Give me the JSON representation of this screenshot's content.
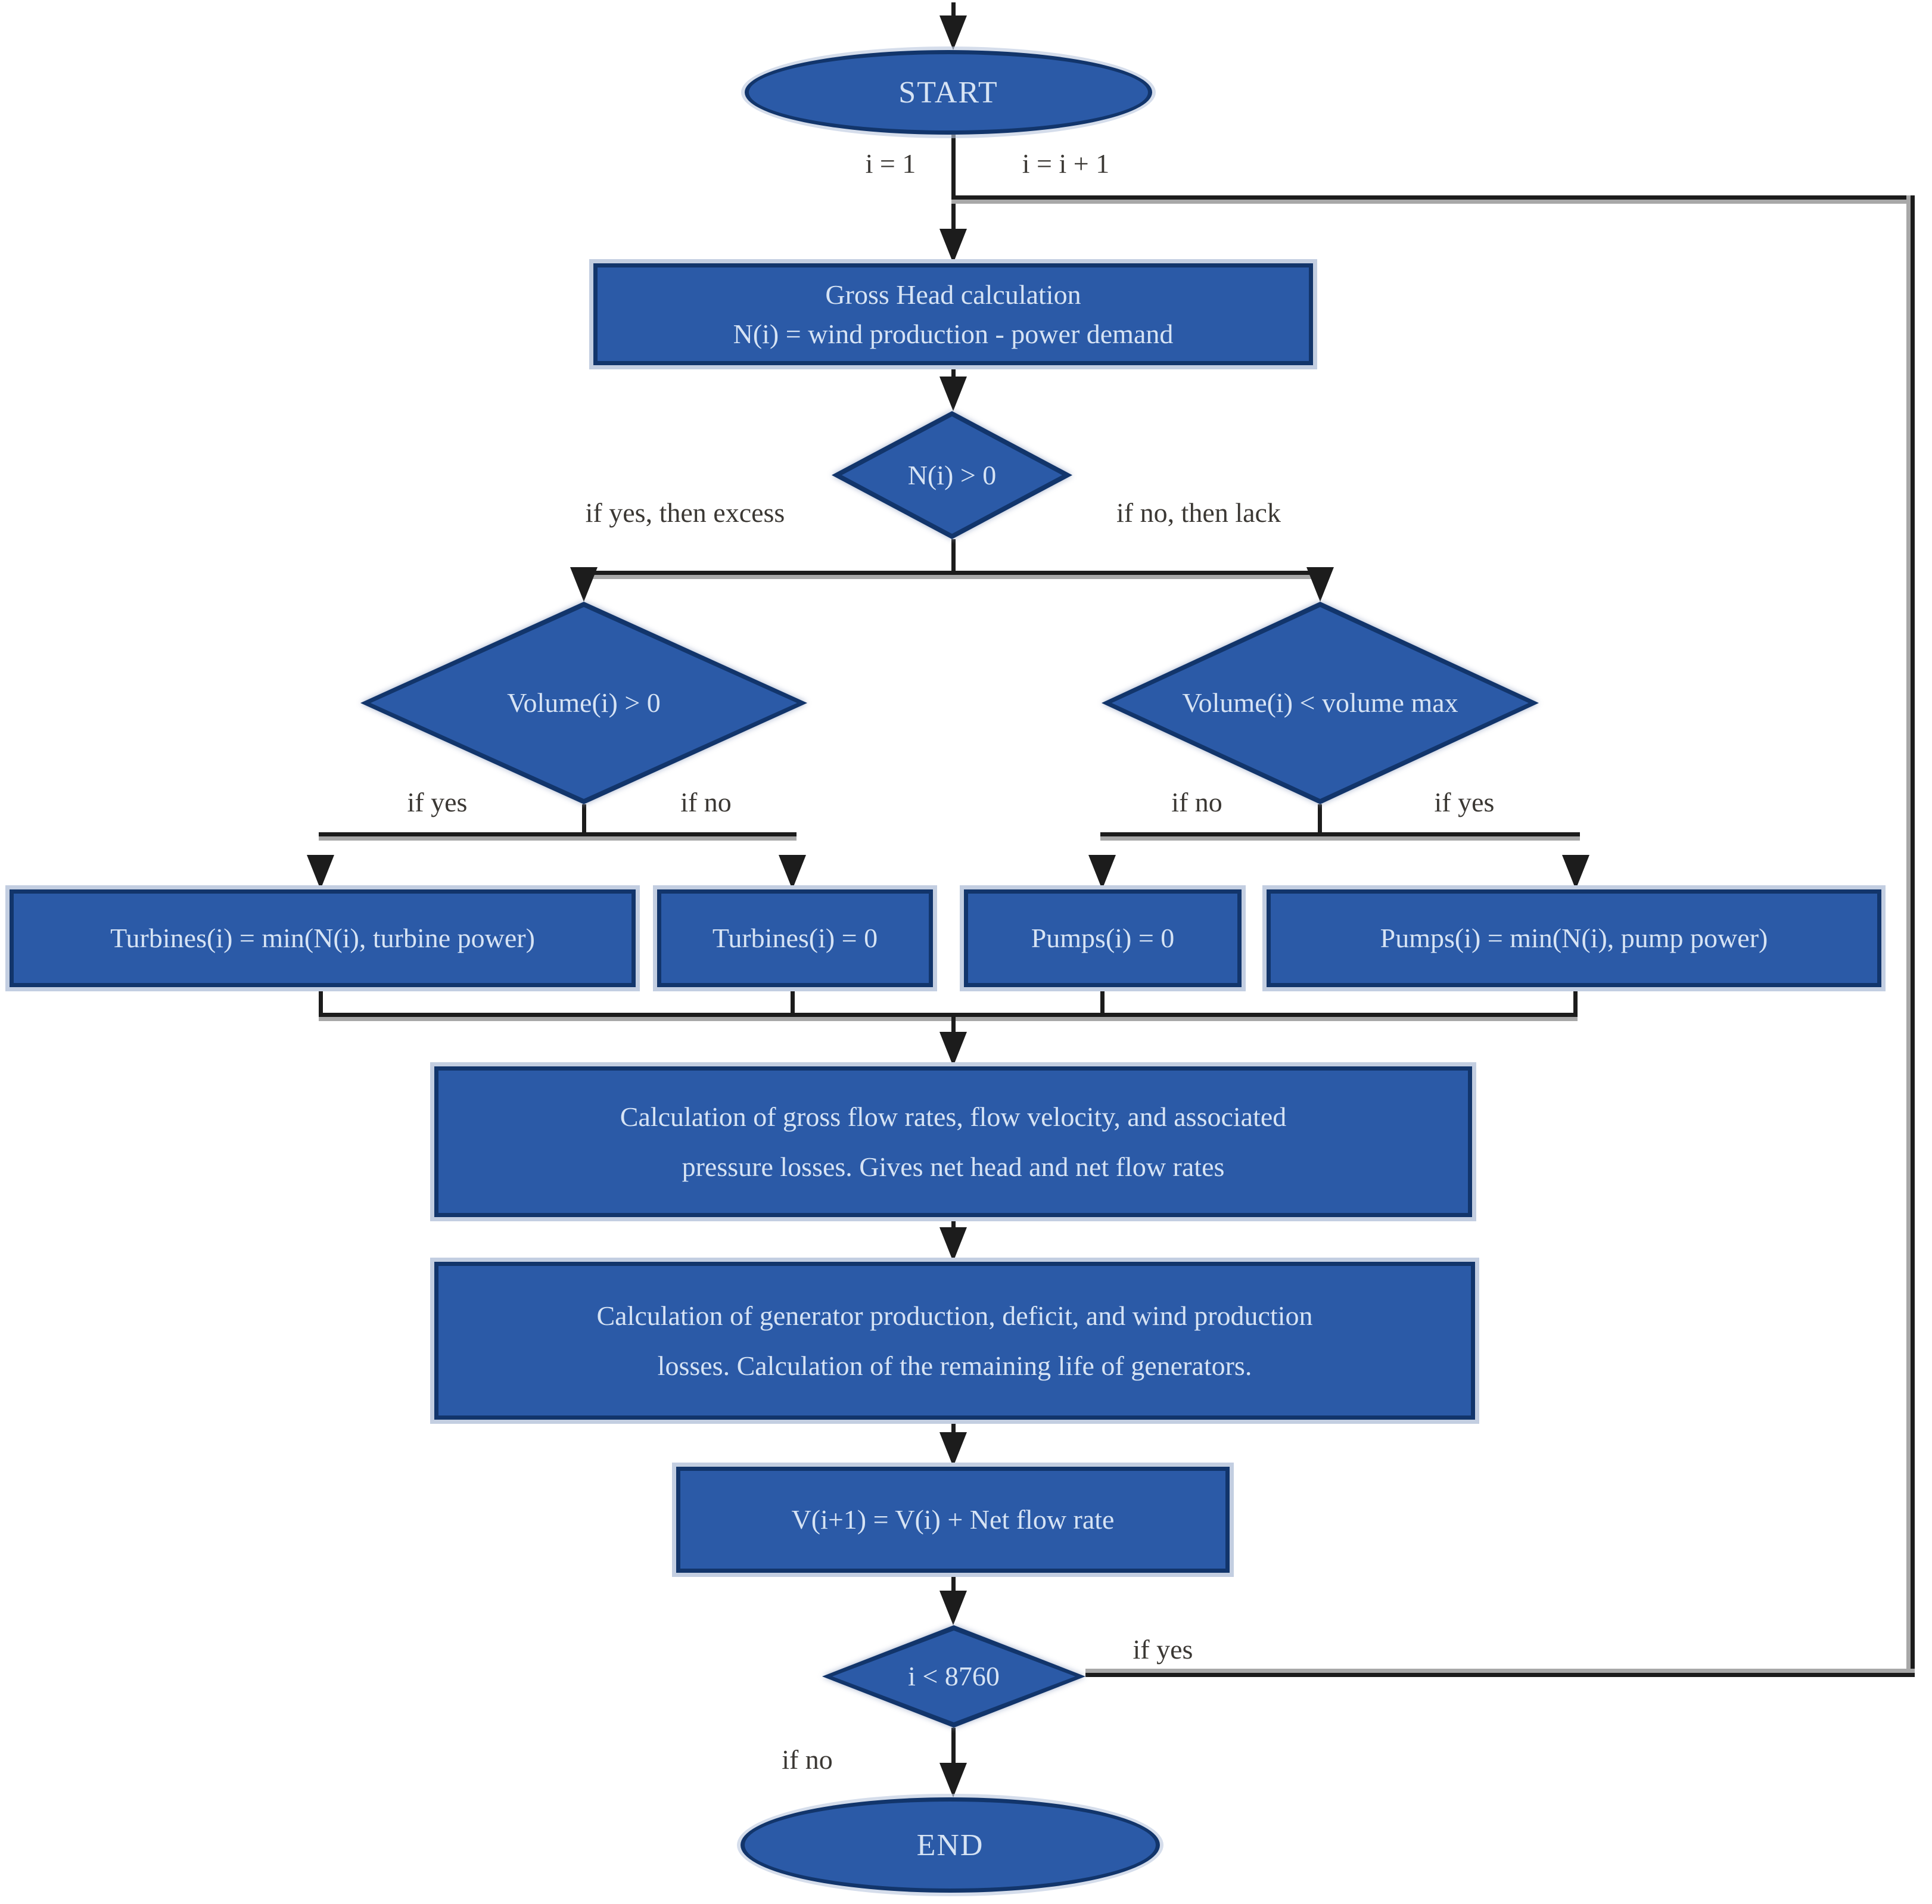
{
  "flowchart": {
    "colors": {
      "shape_fill": "#2b5aa7",
      "shape_border": "#12356b",
      "shape_halo": "#c3cee1",
      "node_text": "#d6e3f4",
      "line": "#1c1c1c",
      "line_shadow": "#a8a8a8",
      "label_text": "#3b3834"
    },
    "nodes": {
      "start": {
        "label": "START"
      },
      "gross_head": {
        "line1": "Gross Head calculation",
        "line2": "N(i) = wind production - power demand"
      },
      "n_decision": {
        "label": "N(i) > 0"
      },
      "volume_left": {
        "label": "Volume(i) > 0"
      },
      "volume_right": {
        "label": "Volume(i) < volume max"
      },
      "turbines_min": {
        "label": "Turbines(i) = min(N(i), turbine power)"
      },
      "turbines_zero": {
        "label": "Turbines(i) = 0"
      },
      "pumps_zero": {
        "label": "Pumps(i) = 0"
      },
      "pumps_min": {
        "label": "Pumps(i) = min(N(i), pump power)"
      },
      "calc_flow": {
        "line1": "Calculation of gross flow rates, flow velocity, and associated",
        "line2": "pressure losses. Gives net head and net flow rates"
      },
      "calc_generator": {
        "line1": "Calculation of generator production, deficit, and wind production",
        "line2": "losses. Calculation of the remaining life of generators."
      },
      "v_update": {
        "label": "V(i+1) = V(i) + Net flow rate"
      },
      "i_decision": {
        "label": "i < 8760"
      },
      "end": {
        "label": "END"
      }
    },
    "edge_labels": {
      "i_init": "i = 1",
      "i_increment": "i = i + 1",
      "n_yes": "if yes, then excess",
      "n_no": "if no, then lack",
      "vol_left_yes": "if yes",
      "vol_left_no": "if no",
      "vol_right_no": "if no",
      "vol_right_yes": "if yes",
      "loop_yes": "if yes",
      "end_no": "if no"
    }
  }
}
